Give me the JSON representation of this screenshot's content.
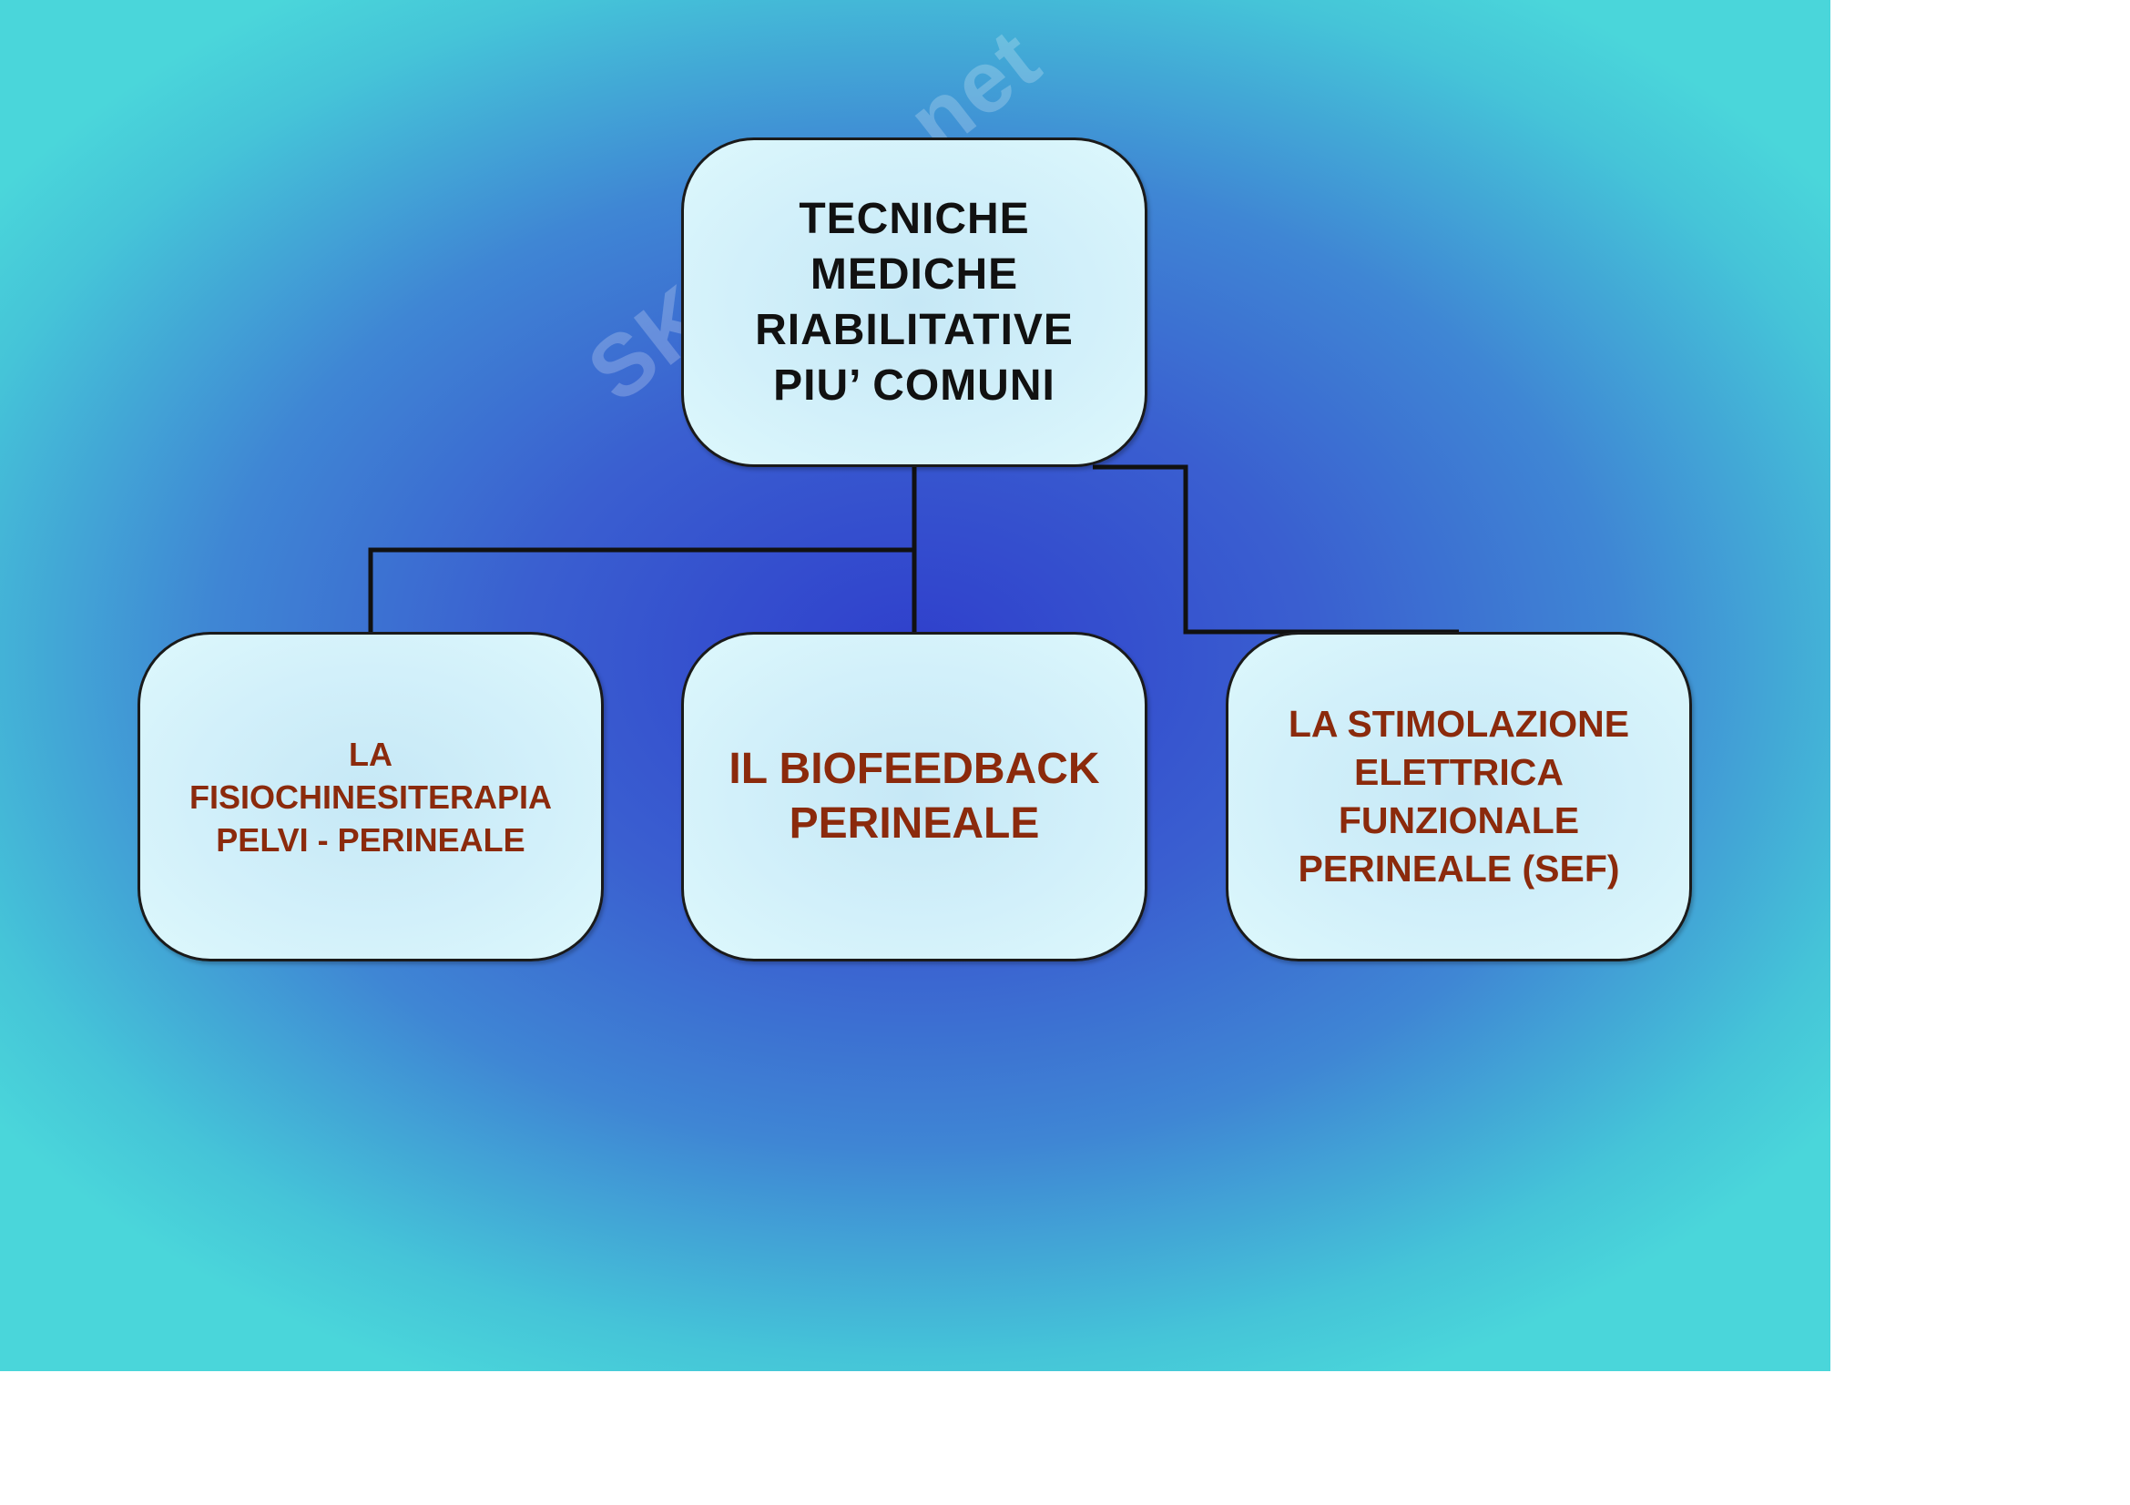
{
  "diagram": {
    "root": {
      "label": "TECNICHE\nMEDICHE\nRIABILITATIVE\nPIU’ COMUNI"
    },
    "children": [
      {
        "label": "LA\nFISIOCHINESITERAPIA\nPELVI - PERINEALE"
      },
      {
        "label": "IL BIOFEEDBACK\nPERINEALE"
      },
      {
        "label": "LA STIMOLAZIONE\nELETTRICA\nFUNZIONALE\nPERINEALE (SEF)"
      }
    ]
  },
  "watermark": {
    "text": "SKUOLA.net"
  },
  "colors": {
    "background_center": "#2f3fcc",
    "background_edge": "#4ad6da",
    "box_fill": "#d2f0fa",
    "root_text": "#111111",
    "child_text": "#8b2a0c",
    "connector": "#111111"
  }
}
